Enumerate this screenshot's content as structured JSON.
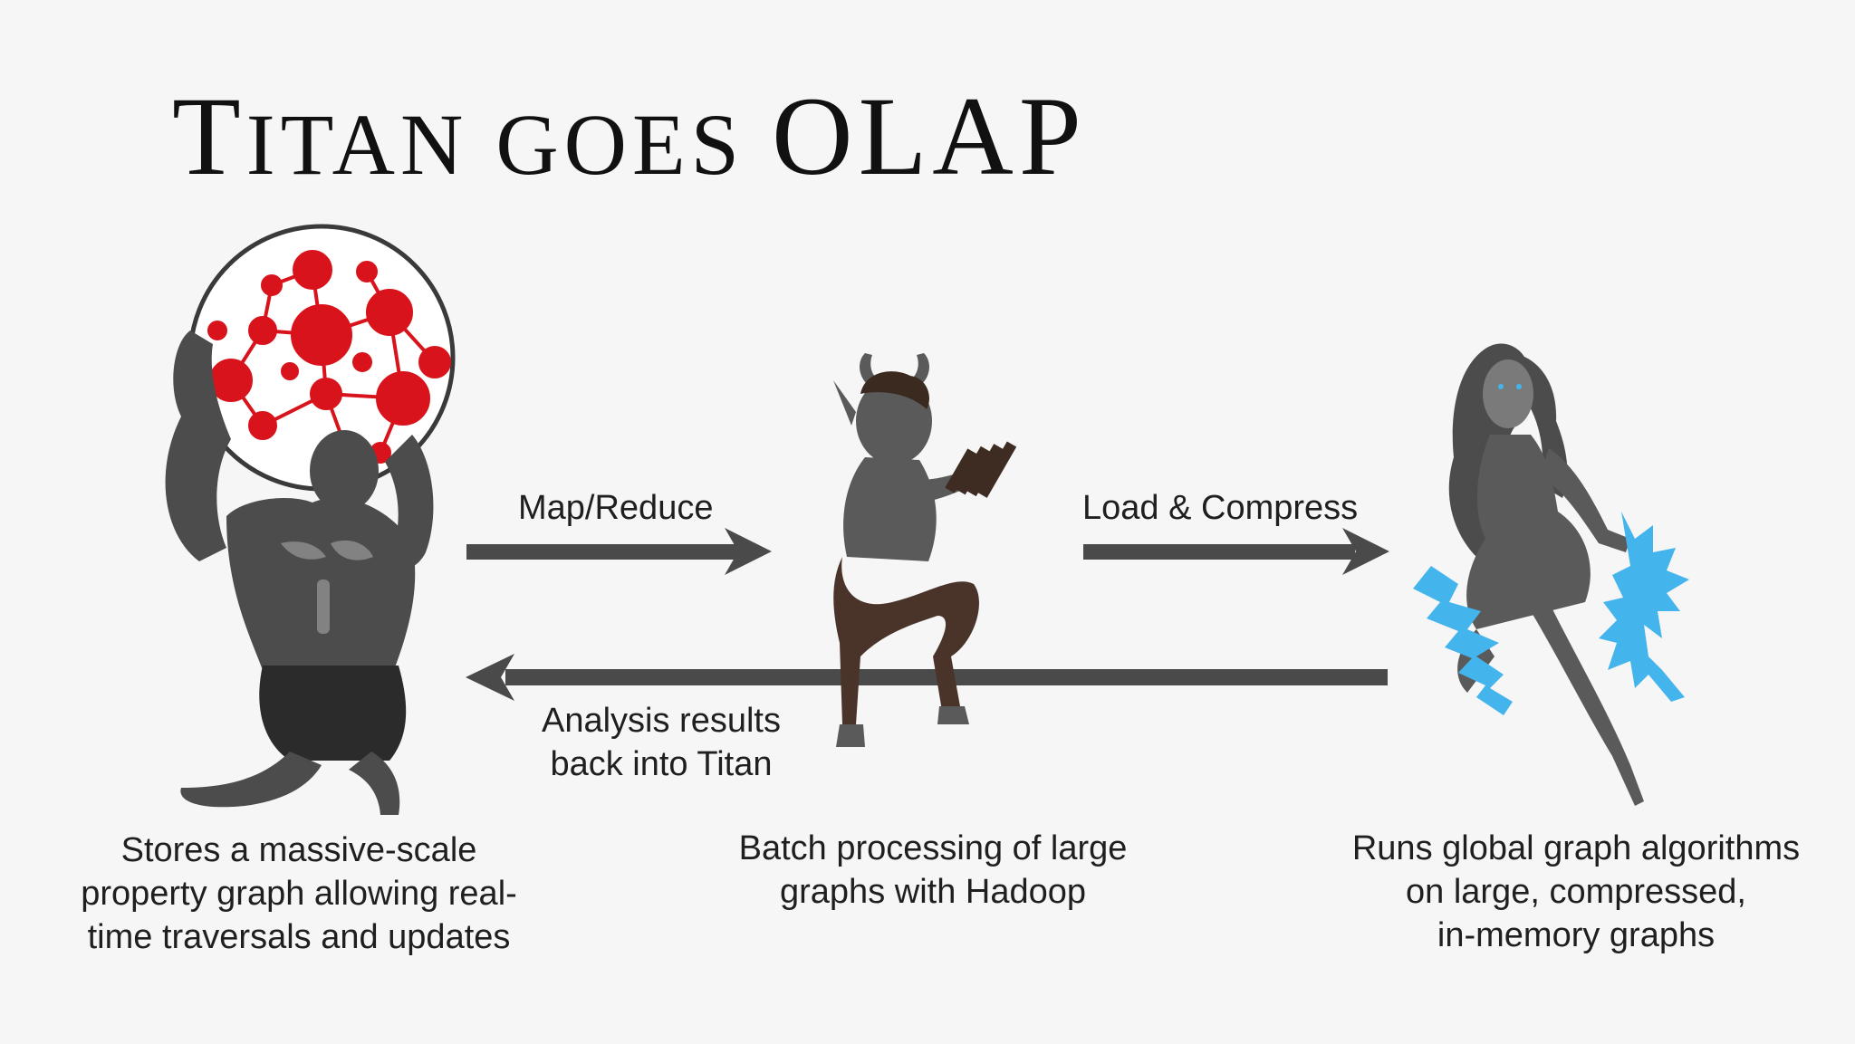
{
  "title": {
    "first": "T",
    "rest": "ITAN GOES ",
    "last": "OLAP"
  },
  "arrows": {
    "map_reduce": "Map/Reduce",
    "load_compress": "Load & Compress",
    "analysis_line1": "Analysis results",
    "analysis_line2": "back into Titan"
  },
  "captions": {
    "titan": [
      "Stores a massive-scale",
      "property graph allowing real-",
      "time traversals and updates"
    ],
    "faunus": [
      "Batch processing of large",
      "graphs with Hadoop"
    ],
    "fulgora": [
      "Runs global graph algorithms",
      "on large, compressed,",
      "in-memory graphs"
    ]
  },
  "colors": {
    "background": "#f6f6f7",
    "arrow": "#4a4a4a",
    "graph_red": "#d9131b",
    "figure_gray": "#4c4c4c",
    "faun_brown": "#4a342a",
    "lightning_blue": "#44b4ec"
  },
  "icons": [
    "titan-atlas-figure",
    "faunus-faun-figure",
    "fulgora-goddess-figure"
  ]
}
